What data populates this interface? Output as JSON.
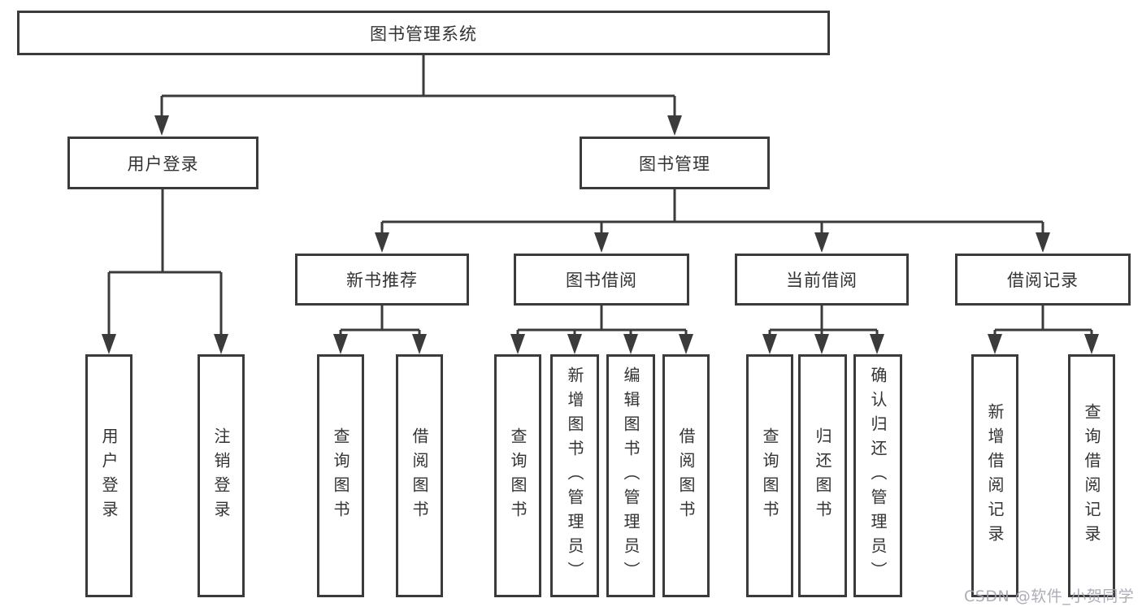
{
  "nodes": {
    "root": "图书管理系统",
    "user_login_branch": "用户登录",
    "book_management_branch": "图书管理",
    "new_book_recommend": "新书推荐",
    "book_borrow": "图书借阅",
    "current_borrow": "当前借阅",
    "borrow_records": "借阅记录",
    "leaf_user_login": "用户登录",
    "leaf_logout": "注销登录",
    "leaf_rec_query_book": "查询图书",
    "leaf_rec_borrow_book": "借阅图书",
    "leaf_bb_query_book": "查询图书",
    "leaf_bb_add_book_admin": "新增图书（管理员）",
    "leaf_bb_edit_book_admin": "编辑图书（管理员）",
    "leaf_bb_borrow_book": "借阅图书",
    "leaf_cb_query_book": "查询图书",
    "leaf_cb_return_book": "归还图书",
    "leaf_cb_confirm_return_admin": "确认归还（管理员）",
    "leaf_br_add_record": "新增借阅记录",
    "leaf_br_query_record": "查询借阅记录"
  },
  "watermark": "CSDN @软件_小贺同学",
  "colors": {
    "line": "#3b3b3b",
    "border": "#3b3b3b",
    "text": "#333333",
    "watermark": "#a4a4b0",
    "background": "#ffffff"
  }
}
